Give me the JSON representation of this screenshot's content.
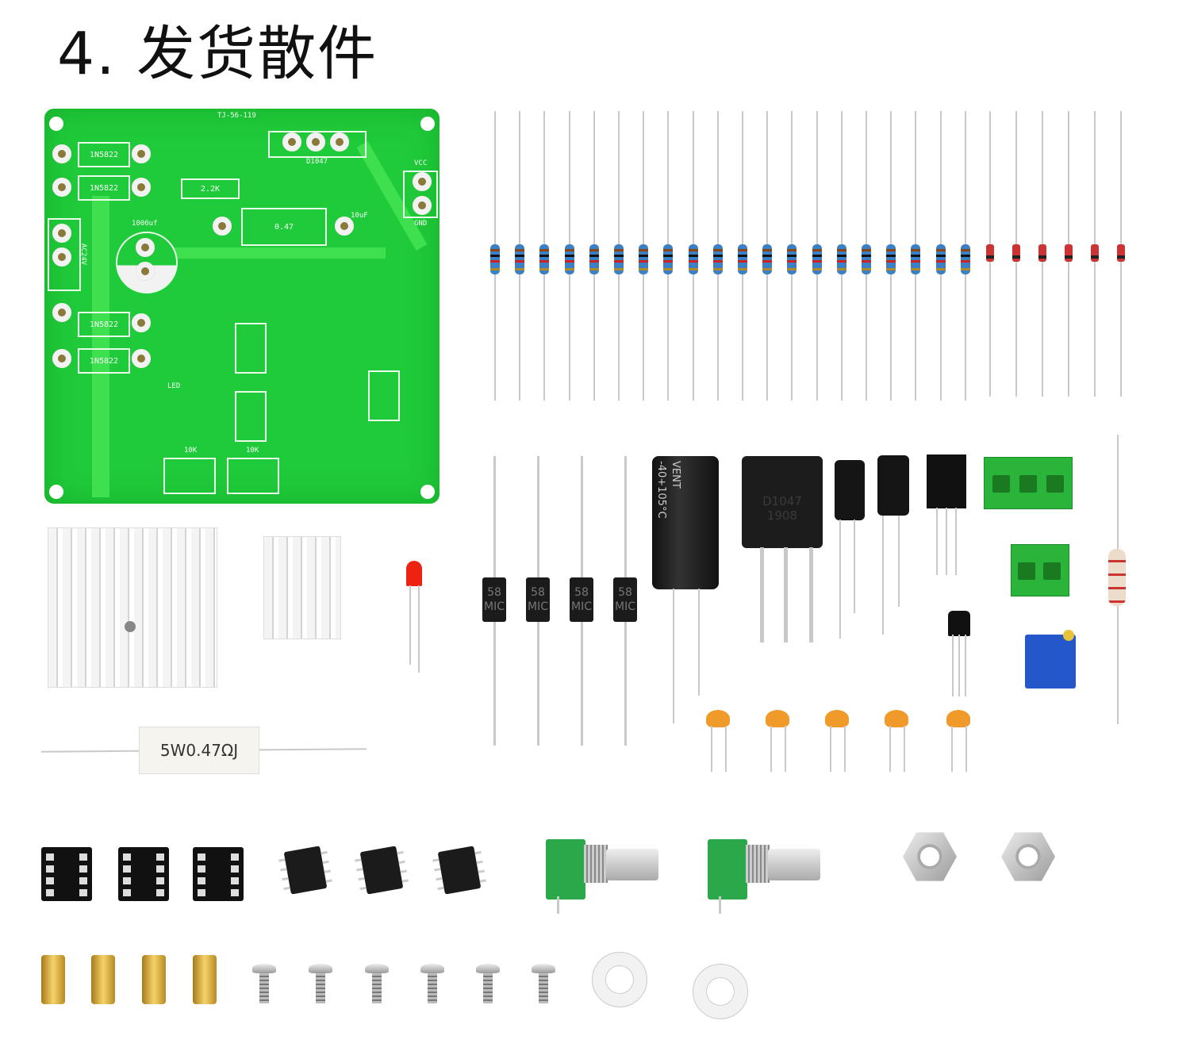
{
  "title": "4. 发货散件",
  "pcb": {
    "model": "TJ-56-119",
    "labels": {
      "d1": "1N5822",
      "d2": "1N5822",
      "d3": "1N5822",
      "d4": "1N5822",
      "r1": "2.2K",
      "r2": "0.47",
      "cap": "1000uf",
      "vcc": "VCC",
      "gnd": "GND",
      "ac": "AC24V",
      "tr": "D1047",
      "pot1": "10K",
      "pot2": "10K",
      "led": "LED",
      "cap2": "10uF"
    },
    "board_color": "#1fcb3a"
  },
  "power_resistor": {
    "label": "5W0.47ΩJ"
  },
  "big_diodes": {
    "label_top": "58",
    "label_bottom": "MIC"
  },
  "electrolytic": {
    "line1": "-40+105°C",
    "line2": "VENT"
  },
  "transistor": {
    "line1": "D1047",
    "line2": "1908"
  },
  "counts": {
    "resistors": 20,
    "small_diodes": 6,
    "big_diodes": 4,
    "ceramic_caps": 5,
    "ic_sockets": 3,
    "ics": 3,
    "pots": 2,
    "nuts": 2,
    "standoffs": 4,
    "screws": 6,
    "washers": 2
  }
}
